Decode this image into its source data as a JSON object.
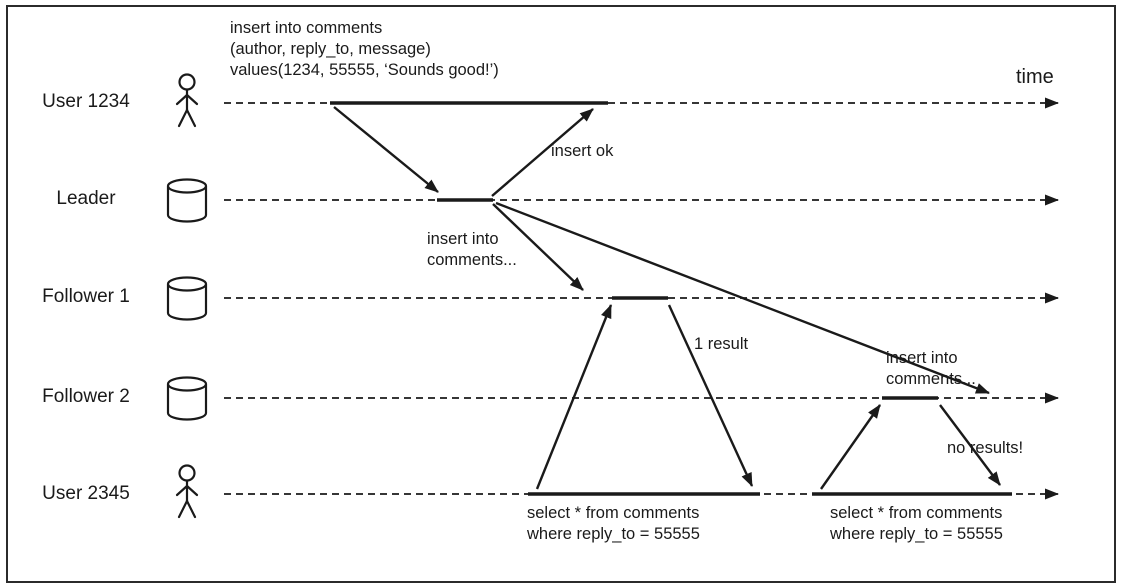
{
  "lanes": [
    {
      "label": "User 1234",
      "icon": "person-icon"
    },
    {
      "label": "Leader",
      "icon": "database-icon"
    },
    {
      "label": "Follower 1",
      "icon": "database-icon"
    },
    {
      "label": "Follower 2",
      "icon": "database-icon"
    },
    {
      "label": "User 2345",
      "icon": "person-icon"
    }
  ],
  "annotations": {
    "time_axis": "time",
    "insert_statement": "insert into comments\n(author, reply_to, message)\nvalues(1234, 55555, ‘Sounds good!’)",
    "insert_ok": "insert ok",
    "replicate_follower1": "insert into\ncomments...",
    "one_result": "1 result",
    "replicate_follower2": "insert into\ncomments...",
    "no_results": "no results!",
    "select_query_1": "select * from comments\nwhere reply_to = 55555",
    "select_query_2": "select * from comments\nwhere reply_to = 55555"
  },
  "colors": {
    "ink": "#1a1a1a",
    "background": "#ffffff"
  }
}
